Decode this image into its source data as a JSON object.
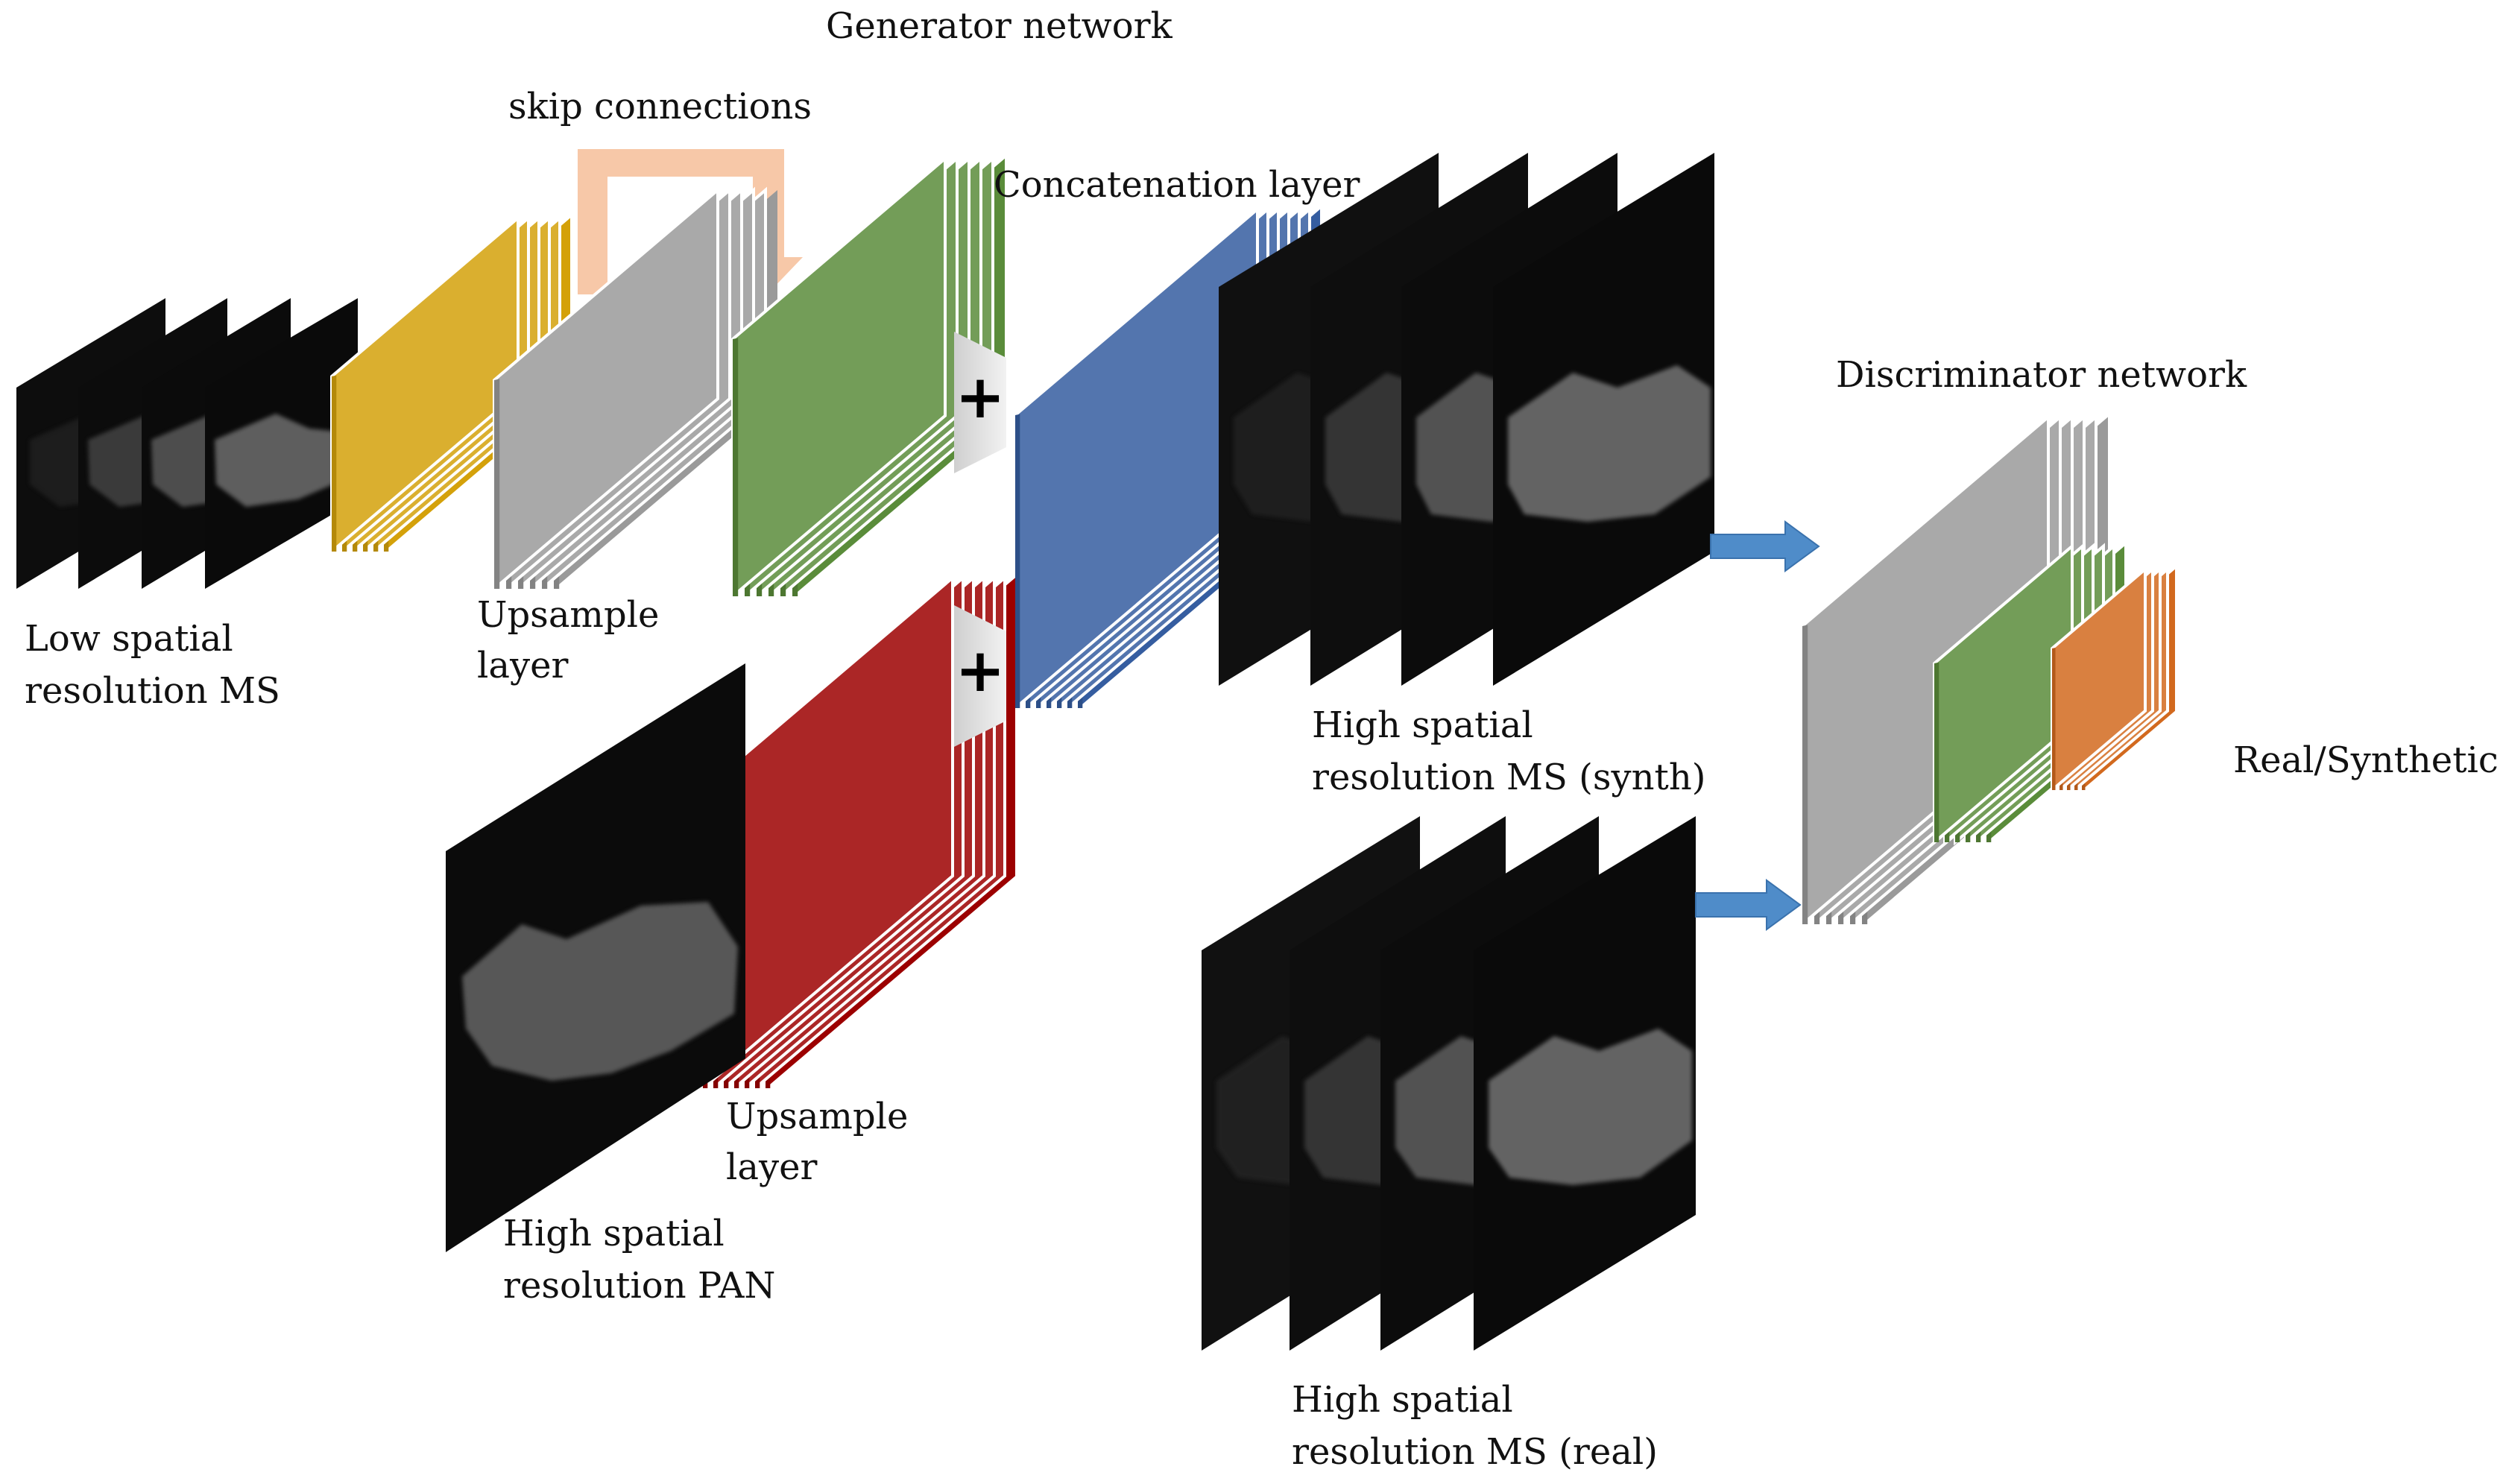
{
  "generator": {
    "title": "Generator network",
    "skip_label": "skip connections",
    "concat_label": "Concatenation layer",
    "plus_symbol": "+",
    "input_ms": {
      "line1": "Low spatial",
      "line2": "resolution MS"
    },
    "upsample_ms": {
      "line1": "Upsample",
      "line2": "layer"
    },
    "input_pan": {
      "line1": "High spatial",
      "line2": "resolution PAN"
    },
    "upsample_pan": {
      "line1": "Upsample",
      "line2": "layer"
    },
    "output_synth": {
      "line1": "High spatial",
      "line2": "resolution MS (synth)"
    }
  },
  "real_ms": {
    "line1": "High spatial",
    "line2": "resolution MS (real)"
  },
  "discriminator": {
    "title": "Discriminator network",
    "output": "Real/Synthetic"
  },
  "colors": {
    "yellow": "#d4a10a",
    "gray": "#9a9a9a",
    "green": "#5a8c3a",
    "blue": "#355da0",
    "red": "#9c0000",
    "orange": "#d2691e",
    "skip_arrow": "#f7c8a8",
    "flow_arrow": "#4f8cc9",
    "plus_node": "#d9d9d9"
  }
}
